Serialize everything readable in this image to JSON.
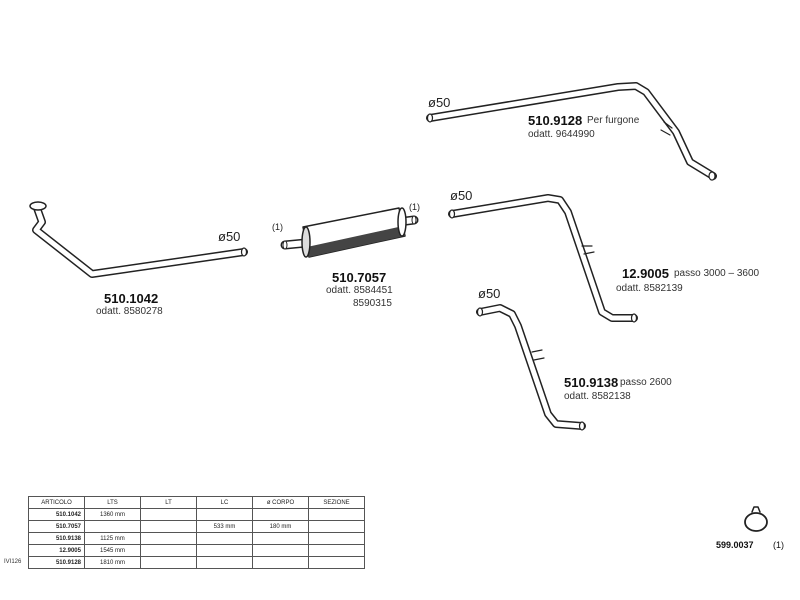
{
  "parts": {
    "front_pipe": {
      "code": "510.1042",
      "ref": "odatt. 8580278",
      "diameter": "ø50"
    },
    "muffler": {
      "code": "510.7057",
      "ref1": "odatt. 8584451",
      "ref2": "8590315",
      "mark_left": "(1)",
      "mark_right": "(1)"
    },
    "van_pipe": {
      "code": "510.9128",
      "desc": "Per furgone",
      "ref": "odatt. 9644990",
      "diameter": "ø50"
    },
    "long_pipe": {
      "code": "12.9005",
      "desc": "passo 3000 – 3600",
      "ref": "odatt. 8582139",
      "diameter": "ø50"
    },
    "short_pipe": {
      "code": "510.9138",
      "desc": "passo 2600",
      "ref": "odatt. 8582138",
      "diameter": "ø50"
    },
    "clamp": {
      "code": "599.0037",
      "mark": "(1)"
    }
  },
  "table": {
    "headers": [
      "ARTICOLO",
      "LTS",
      "LT",
      "LC",
      "ø CORPO",
      "SEZIONE"
    ],
    "rows": [
      [
        "510.1042",
        "1360 mm",
        "",
        "",
        "",
        ""
      ],
      [
        "510.7057",
        "",
        "",
        "533 mm",
        "180 mm",
        ""
      ],
      [
        "510.9138",
        "1125 mm",
        "",
        "",
        "",
        ""
      ],
      [
        "12.9005",
        "1545 mm",
        "",
        "",
        "",
        ""
      ],
      [
        "510.9128",
        "1810 mm",
        "",
        "",
        "",
        ""
      ]
    ],
    "side_code": "IVI126"
  }
}
